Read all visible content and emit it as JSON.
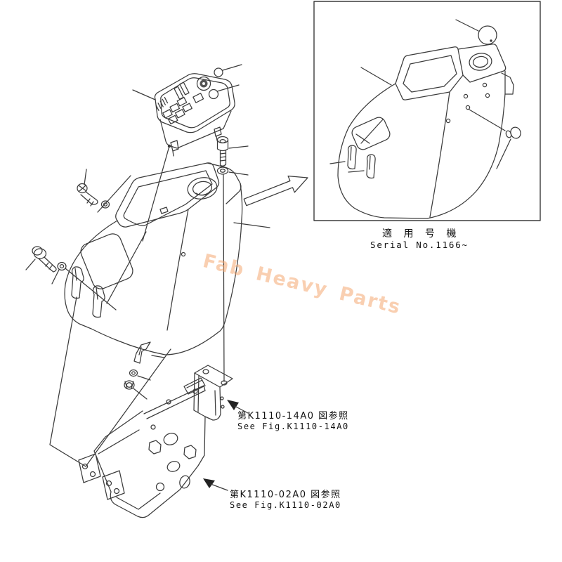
{
  "inset": {
    "caption_jp": "適 用 号 機",
    "caption_en": "Serial No.1166~"
  },
  "references": {
    "fig14": {
      "jp": "第K1110-14A0 図参照",
      "en": "See Fig.K1110-14A0"
    },
    "fig02": {
      "jp": "第K1110-02A0 図参照",
      "en": "See Fig.K1110-02A0"
    }
  },
  "watermark": {
    "text": "Fab Heavy Parts",
    "color": "#f5a873"
  },
  "diagram": {
    "line_color": "#3b3b3b",
    "parts_depicted": "monitor-panel, console-box, bolts, washers, clips, mounting-brackets"
  }
}
